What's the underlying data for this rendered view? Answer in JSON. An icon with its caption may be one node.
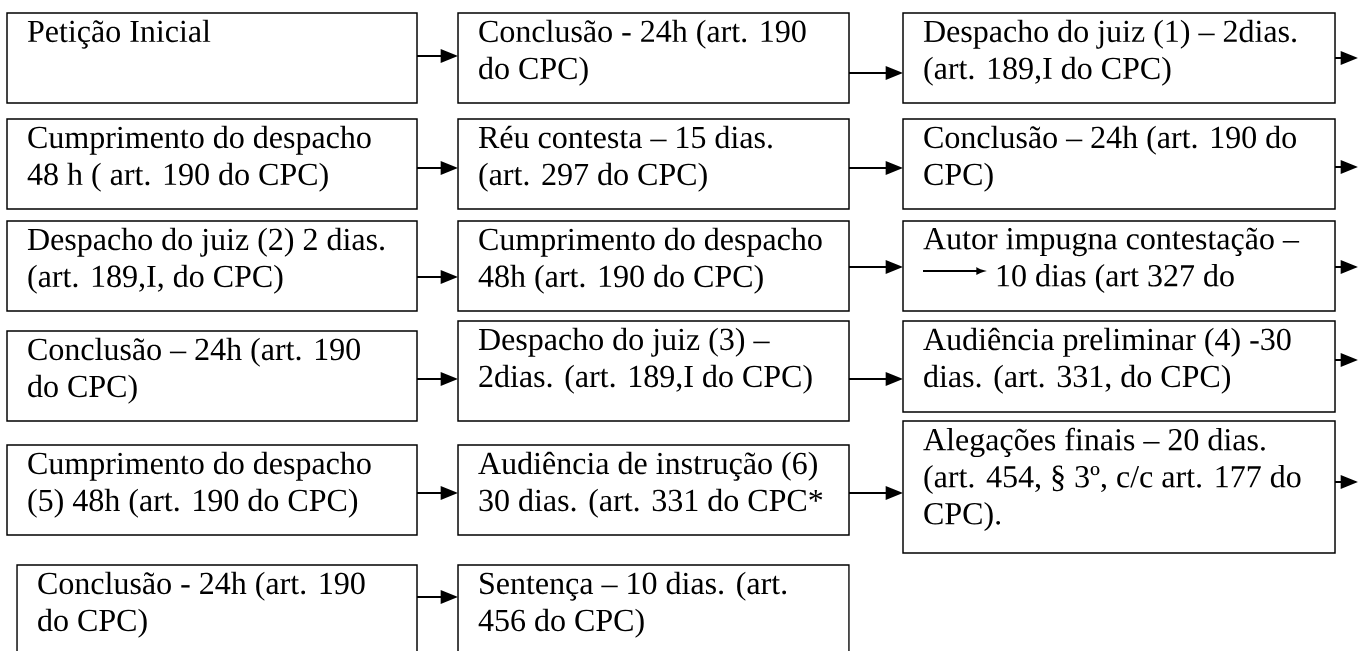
{
  "diagram": {
    "nodes": [
      {
        "text": [
          "Petição Inicial"
        ]
      },
      {
        "text": [
          "Conclusão - 24h (art. 190 do CPC)"
        ]
      },
      {
        "text": [
          "Despacho do juiz (1) – 2dias. (art. 189,I do CPC)"
        ]
      },
      {
        "text": [
          "Cumprimento do despacho 48 h ( art. 190 do CPC)"
        ]
      },
      {
        "text": [
          "Réu contesta  – 15 dias. (art. 297 do CPC)"
        ]
      },
      {
        "text": [
          "Conclusão – 24h (art. 190 do CPC)"
        ]
      },
      {
        "text": [
          "Despacho do juiz (2) 2 dias. (art. 189,I, do CPC)"
        ]
      },
      {
        "text": [
          "Cumprimento do despacho 48h (art. 190 do CPC)"
        ]
      },
      {
        "text": [
          "Autor impugna contestação – 10 dias (art 327 do"
        ]
      },
      {
        "text": [
          "Conclusão – 24h (art. 190 do CPC)"
        ]
      },
      {
        "text": [
          "Despacho do juiz (3) – 2dias. (art. 189,I do CPC)"
        ]
      },
      {
        "text": [
          "Audiência preliminar (4) -30 dias. (art. 331, do CPC)"
        ]
      },
      {
        "text": [
          "Cumprimento do despacho (5) 48h (art. 190 do CPC)"
        ]
      },
      {
        "text": [
          "Audiência de instrução (6) 30 dias. (art. 331 do CPC*"
        ]
      },
      {
        "text": [
          "Alegações finais – 20 dias. (art. 454, § 3º, c/c art. 177 do CPC)."
        ]
      },
      {
        "text": [
          "Conclusão -  24h (art. 190 do CPC)"
        ]
      },
      {
        "text": [
          "Sentença – 10 dias. (art. 456 do CPC)"
        ]
      }
    ],
    "edges": [
      {
        "from": 0,
        "to": 1,
        "arrow": "to"
      },
      {
        "from": 1,
        "to": 2,
        "arrow": "to"
      },
      {
        "from": 2,
        "to": null,
        "arrow": "to"
      },
      {
        "from": 3,
        "to": 4,
        "arrow": "to"
      },
      {
        "from": 4,
        "to": 5,
        "arrow": "to"
      },
      {
        "from": 5,
        "to": null,
        "arrow": "to"
      },
      {
        "from": 6,
        "to": 7,
        "arrow": "to"
      },
      {
        "from": 7,
        "to": 8,
        "arrow": "to"
      },
      {
        "from": 8,
        "to": null,
        "arrow": "to"
      },
      {
        "from": 9,
        "to": 10,
        "arrow": "to"
      },
      {
        "from": 10,
        "to": 11,
        "arrow": "to"
      },
      {
        "from": 11,
        "to": null,
        "arrow": "to"
      },
      {
        "from": 12,
        "to": 13,
        "arrow": "to"
      },
      {
        "from": 13,
        "to": 14,
        "arrow": "to"
      },
      {
        "from": 14,
        "to": null,
        "arrow": "to"
      },
      {
        "from": 15,
        "to": 16,
        "arrow": "to"
      }
    ]
  }
}
